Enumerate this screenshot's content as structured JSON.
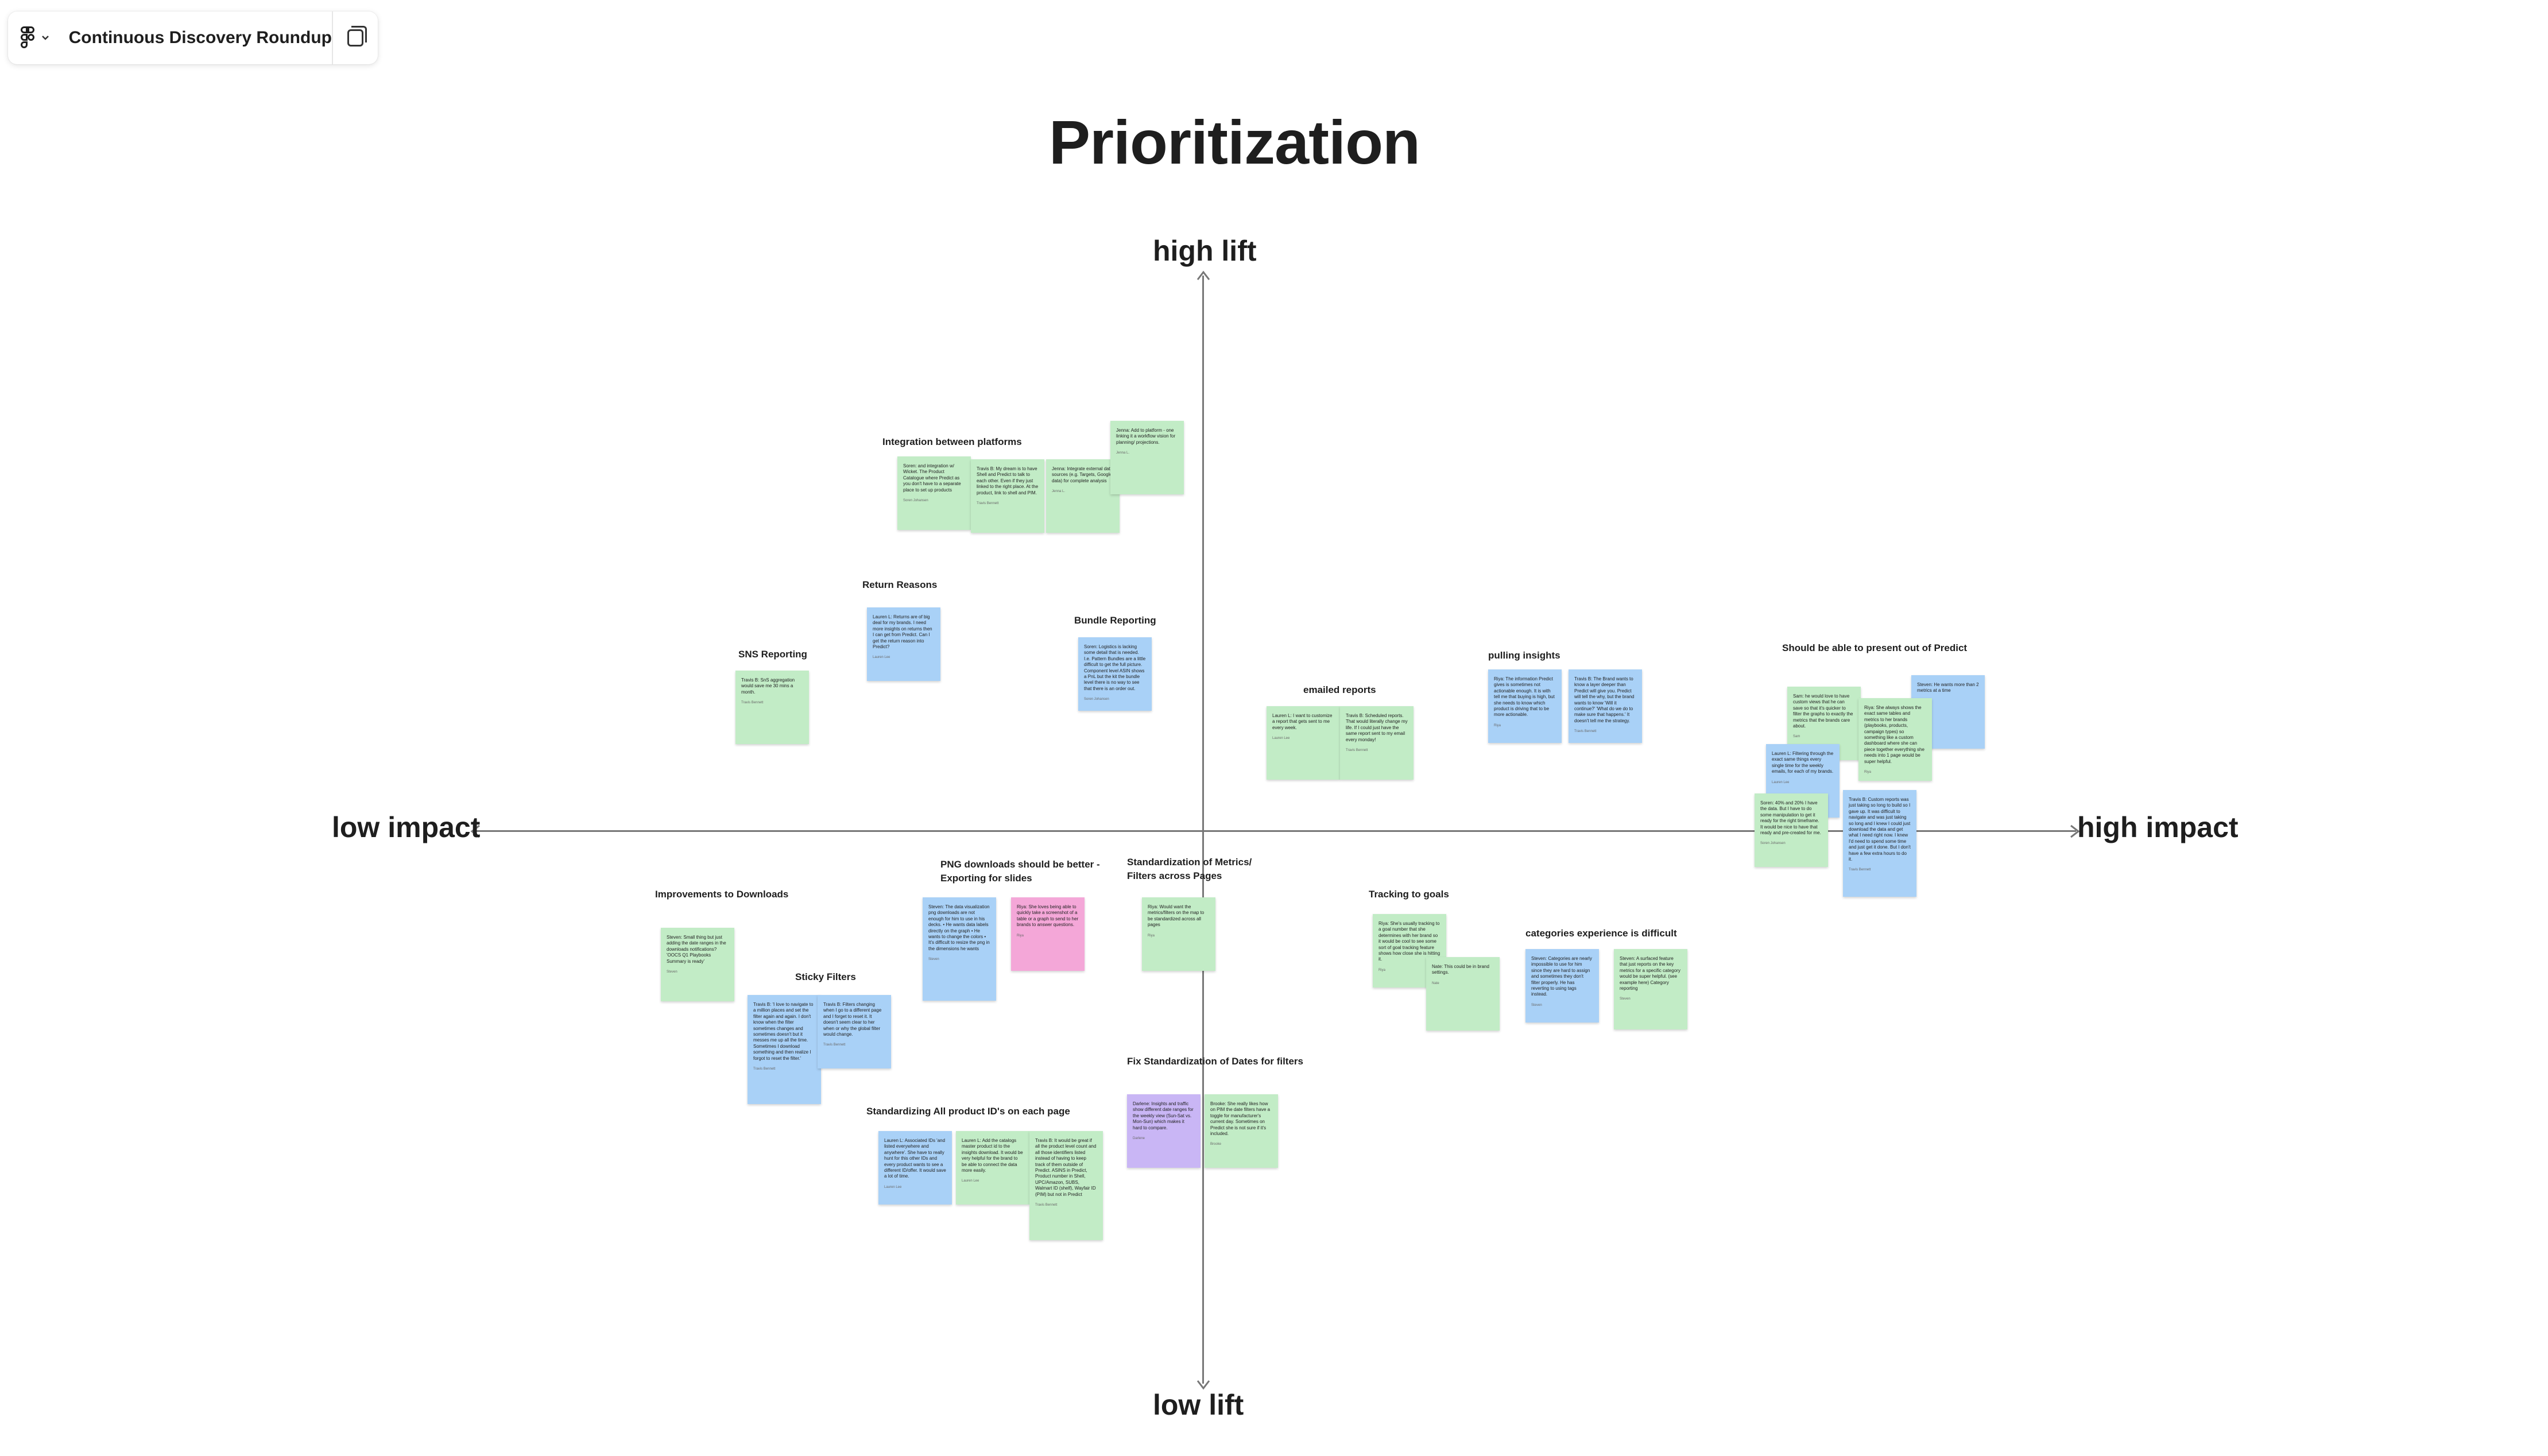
{
  "file": {
    "title": "Continuous Discovery Roundup"
  },
  "icons": {
    "menu": "figma-logo-icon",
    "menu_caret": "chevron-down-icon",
    "layers": "layers-panel-icon"
  },
  "board": {
    "title": "Prioritization",
    "axes": {
      "top": "high lift",
      "bottom": "low lift",
      "left": "low impact",
      "right": "high impact"
    }
  },
  "colors": {
    "green": "#c2ecc6",
    "blue": "#a9d1f7",
    "pink": "#f4a7d8",
    "purple": "#c9b6f5",
    "axis": "#777777"
  },
  "groups": [
    {
      "id": "integration",
      "title": "Integration between platforms",
      "stickies": [
        {
          "color": "green",
          "text": "Soren: and integration w/ Wicket. The Product Catalogue where Predict as you don't have to a separate place to set up products",
          "author": "Soren Johansen"
        },
        {
          "color": "green",
          "text": "Travis B: My dream is to have Shell and Predict to talk to each other. Even if they just linked to the right place. At the product, link to shell and PIM.",
          "author": "Travis Bennett"
        },
        {
          "color": "green",
          "text": "Jenna: Integrate external data sources (e.g. Targets, Google data) for complete analysis",
          "author": "Jenna L."
        },
        {
          "color": "green",
          "text": "Jenna: Add to platform - one linking it a workflow vision for planning/ projections.",
          "author": "Jenna L."
        }
      ]
    },
    {
      "id": "return-reasons",
      "title": "Return Reasons",
      "stickies": [
        {
          "color": "blue",
          "text": "Lauren L: Returns are of big deal for my brands. I need more insights on returns then I can get from Predict. Can I get the return reason into Predict?",
          "author": "Lauren Lee"
        }
      ]
    },
    {
      "id": "sns",
      "title": "SNS Reporting",
      "stickies": [
        {
          "color": "green",
          "text": "Travis B: SnS aggregation would save me 30 mins a month.",
          "author": "Travis Bennett"
        }
      ]
    },
    {
      "id": "bundle",
      "title": "Bundle Reporting",
      "stickies": [
        {
          "color": "blue",
          "text": "Soren: Logistics is lacking some detail that is needed. I.e. Pattern Bundles are a little difficult to get the full picture. Component level ASIN shows a PnL but the kit the bundle level there is no way to see that there is an order out.",
          "author": "Soren Johansen"
        }
      ]
    },
    {
      "id": "emailed",
      "title": "emailed reports",
      "stickies": [
        {
          "color": "green",
          "text": "Lauren L: I want to customize a report that gets sent to me every week.",
          "author": "Lauren Lee"
        },
        {
          "color": "green",
          "text": "Travis B: Scheduled reports. That would literally change my life. If I could just have the same report sent to my email every monday!",
          "author": "Travis Bennett"
        }
      ]
    },
    {
      "id": "insights",
      "title": "pulling insights",
      "stickies": [
        {
          "color": "blue",
          "text": "Riya: The information Predict gives is sometimes not actionable enough. It is with tell me that buying is high, but she needs to know which product is driving that to be more actionable.",
          "author": "Riya"
        },
        {
          "color": "blue",
          "text": "Travis B: The Brand wants to know a layer deeper than Predict will give you. Predict will tell the why, but the brand wants to know 'Will it continue?' 'What do we do to make sure that happens.' It doesn't tell me the strategy.",
          "author": "Travis Bennett"
        }
      ]
    },
    {
      "id": "present",
      "title": "Should be able to present out of Predict",
      "stickies": [
        {
          "color": "green",
          "text": "Sam: he would love to have custom views that he can save so that it's quicker to filter the graphs to exactly the metrics that the brands care about.",
          "author": "Sam"
        },
        {
          "color": "blue",
          "text": "Steven: He wants more than 2 metrics at a time",
          "author": "Steven"
        },
        {
          "color": "green",
          "text": "Riya: She always shows the exact same tables and metrics to her brands (playbooks, products, campaign types) so something like a custom dashboard where she can piece together everything she needs into 1 page would be super helpful.",
          "author": "Riya"
        },
        {
          "color": "blue",
          "text": "Lauren L: Filtering through the exact same things every single time for the weekly emails, for each of my brands.",
          "author": "Lauren Lee"
        },
        {
          "color": "green",
          "text": "Soren: 40% and 20% I have the data. But I have to do some manipulation to get it ready for the right timeframe. It would be nice to have that ready and pre-created for me.",
          "author": "Soren Johansen"
        },
        {
          "color": "blue",
          "text": "Travis B: Custom reports was just taking so long to build so I gave up. It was difficult to navigate and was just taking so long and I knew I could just download the data and get what I need right now. I knew I'd need to spend some time and just get it done. But I don't have a few extra hours to do it.",
          "author": "Travis Bennett"
        }
      ]
    },
    {
      "id": "downloads",
      "title": "Improvements to Downloads",
      "stickies": [
        {
          "color": "green",
          "text": "Steven: Small thing but just adding the date ranges in the downloads notifications? 'OOCS Q1 Playbooks Summary is ready'",
          "author": "Steven"
        }
      ]
    },
    {
      "id": "png",
      "title": "PNG downloads should be better - Exporting for slides",
      "stickies": [
        {
          "color": "blue",
          "text": "Steven: The data visualization png downloads are not enough for him to use in his decks. • He wants data labels directly on the graph • He wants to change the colors • It's difficult to resize the png in the dimensions he wants",
          "author": "Steven"
        },
        {
          "color": "pink",
          "text": "Riya: She loves being able to quickly take a screenshot of a table or a graph to send to her brands to answer questions.",
          "author": "Riya"
        }
      ]
    },
    {
      "id": "standardization",
      "title": "Standardization of Metrics/ Filters across Pages",
      "stickies": [
        {
          "color": "green",
          "text": "Riya: Would want the metrics/filters on the map to be standardized across all pages",
          "author": "Riya"
        }
      ]
    },
    {
      "id": "goals",
      "title": "Tracking to goals",
      "stickies": [
        {
          "color": "green",
          "text": "Riya: She's usually tracking to a goal number that she determines with her brand so it would be cool to see some sort of goal tracking feature shows how close she is hitting it.",
          "author": "Riya"
        },
        {
          "color": "green",
          "text": "Nate: This could be in brand settings.",
          "author": "Nate"
        }
      ]
    },
    {
      "id": "categories",
      "title": "categories experience is difficult",
      "stickies": [
        {
          "color": "blue",
          "text": "Steven: Categories are nearly impossible to use for him since they are hard to assign and sometimes they don't filter properly. He has reverting to using tags instead.",
          "author": "Steven"
        },
        {
          "color": "green",
          "text": "Steven: A surfaced feature that just reports on the key metrics for a specific category would be super helpful. (see example here) Category reporting",
          "author": "Steven"
        }
      ]
    },
    {
      "id": "sticky-filters",
      "title": "Sticky Filters",
      "stickies": [
        {
          "color": "blue",
          "text": "Travis B: 'I love to navigate to a million places and set the filter again and again. I don't know when the filter sometimes changes and sometimes doesn't but it messes me up all the time. Sometimes I download something and then realize I forgot to reset the filter.'",
          "author": "Travis Bennett"
        },
        {
          "color": "blue",
          "text": "Travis B: Filters changing when I go to a different page and I forget to reset it. It doesn't seem clear to her when or why the global filter would change.",
          "author": "Travis Bennett"
        }
      ]
    },
    {
      "id": "product-ids",
      "title": "Standardizing All product ID's on each page",
      "stickies": [
        {
          "color": "blue",
          "text": "Lauren L: Associated IDs 'and listed everywhere and anywhere'. She have to really hunt for this other IDs and every product wants to see a different ID/offer. It would save a lot of time.",
          "author": "Lauren Lee"
        },
        {
          "color": "green",
          "text": "Lauren L: Add the catalogs master product id to the insights download. It would be very helpful for the brand to be able to connect the data more easily.",
          "author": "Lauren Lee"
        },
        {
          "color": "green",
          "text": "Travis B: It would be great if all the product level count and all those identifiers listed instead of having to keep track of them outside of Predict. ASINS in Predict, Product number in Shell, UPC/Amazon, SUBS, Walmart ID (shelf), Wayfair ID (PIM) but not in Predict",
          "author": "Travis Bennett"
        }
      ]
    },
    {
      "id": "dates",
      "title": "Fix Standardization of Dates for filters",
      "stickies": [
        {
          "color": "purple",
          "text": "Darlene: Insights and traffic show different date ranges for the weekly view (Sun-Sat vs. Mon-Sun) which makes it hard to compare.",
          "author": "Darlene"
        },
        {
          "color": "green",
          "text": "Brooke: She really likes how on PIM the date filters have a toggle for manufacturer's current day. Sometimes on Predict she is not sure if it's included.",
          "author": "Brooke"
        }
      ]
    }
  ]
}
